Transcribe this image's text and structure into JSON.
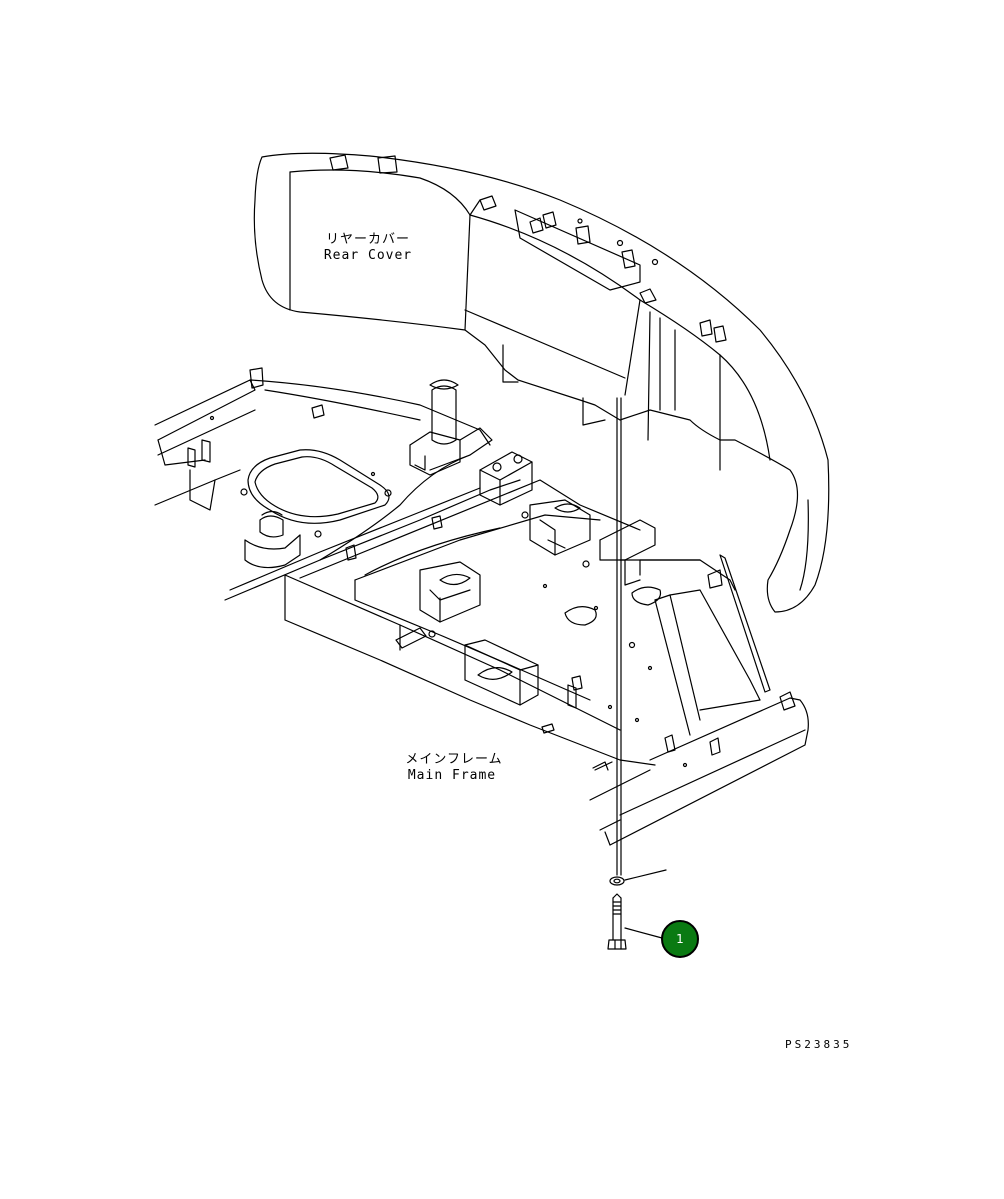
{
  "labels": {
    "rear_cover_jp": "リヤーカバー",
    "rear_cover_en": "Rear Cover",
    "main_frame_jp": "メインフレーム",
    "main_frame_en": "Main Frame"
  },
  "callouts": [
    {
      "number": "1",
      "part": "bolt"
    }
  ],
  "drawing_code": "PS23835",
  "colors": {
    "callout_fill": "#0a7a12",
    "line": "#000000",
    "background": "#ffffff"
  }
}
